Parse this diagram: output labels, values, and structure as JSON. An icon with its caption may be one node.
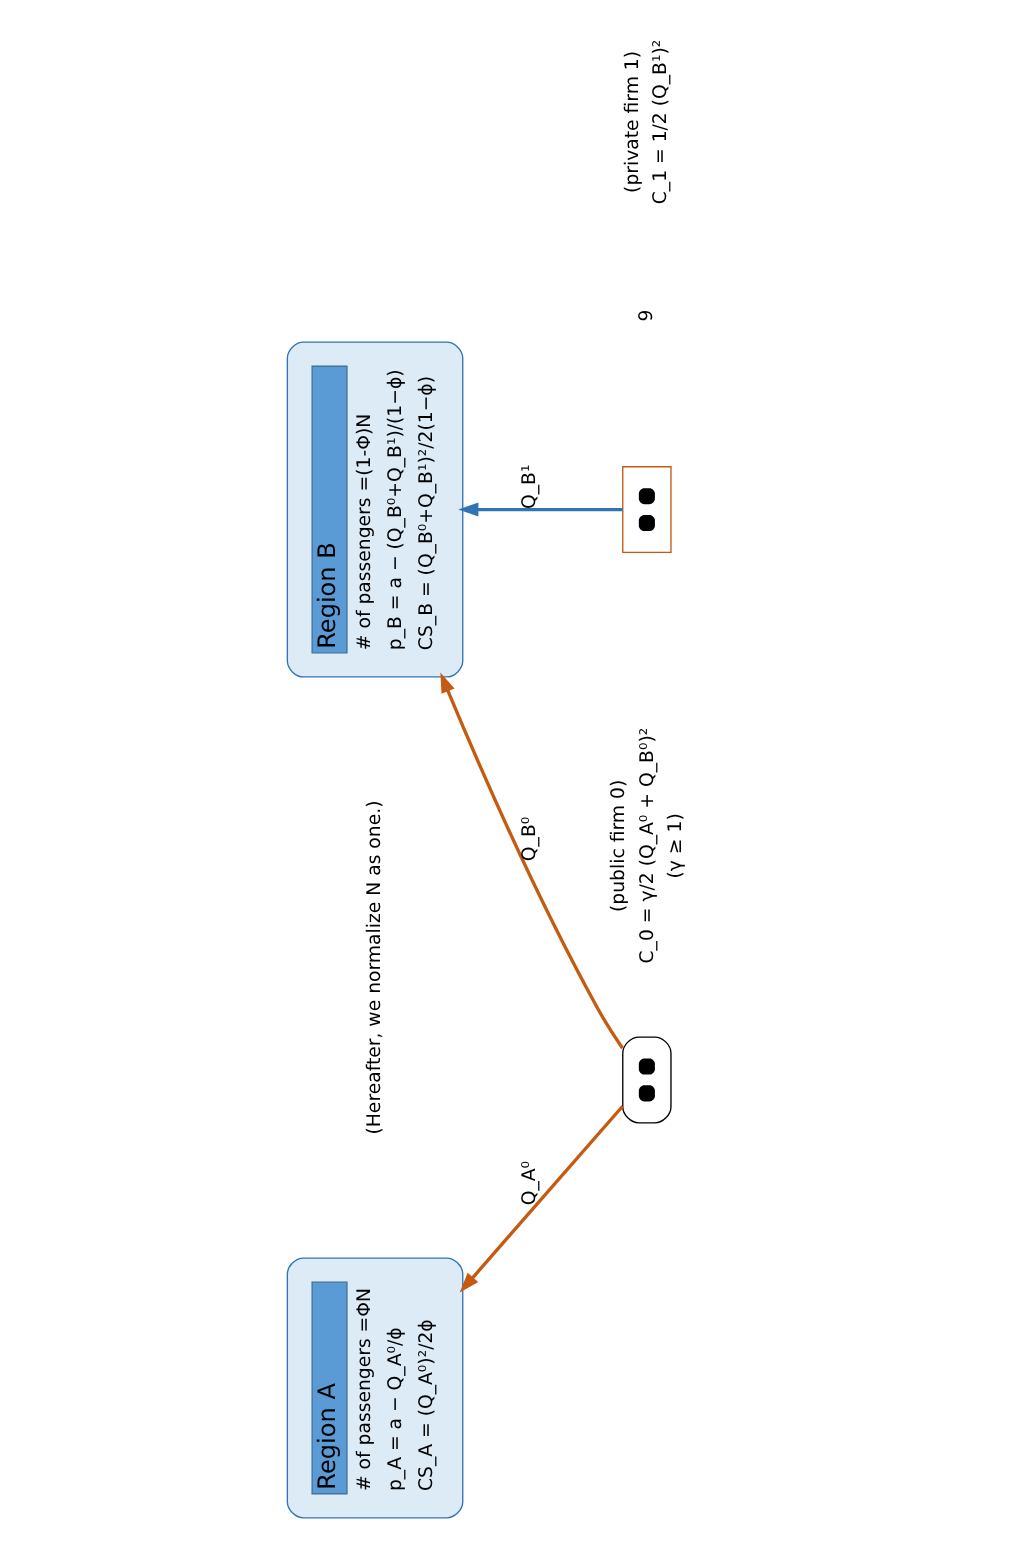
{
  "diagram": {
    "nodes": [
      {
        "text": [
          "Region A",
          "# of passengers =ΦN",
          "p_A = a − Q_A⁰/ϕ",
          "CS_A = (Q_A⁰)²/2ϕ"
        ]
      },
      {
        "text": [
          "Region B",
          "# of passengers =(1-Φ)N",
          "p_B = a − (Q_B⁰+Q_B¹)/(1−ϕ)",
          "CS_B = (Q_B⁰+Q_B¹)²/2(1−ϕ)"
        ]
      },
      {
        "text": [],
        "shape": "box",
        "beside": [
          "(public firm 0)",
          "C_0 = γ/2 (Q_A⁰ + Q_B⁰)²",
          "(γ ≥ 1)"
        ]
      },
      {
        "text": [],
        "shape": "box",
        "beside": [
          "(private firm 1)",
          "C_1 = 1/2 (Q_B¹)²"
        ]
      }
    ],
    "edges": [
      {
        "from": 2,
        "to": 0,
        "arrow": "to",
        "label": "Q_A⁰"
      },
      {
        "from": 2,
        "to": 1,
        "arrow": "to",
        "label": "Q_B⁰"
      },
      {
        "from": 3,
        "to": 1,
        "arrow": "to",
        "label": "Q_B¹",
        "color": "#2e75b6"
      }
    ],
    "labels": [
      "(Hereafter, we normalize N as one.)",
      "9"
    ]
  }
}
